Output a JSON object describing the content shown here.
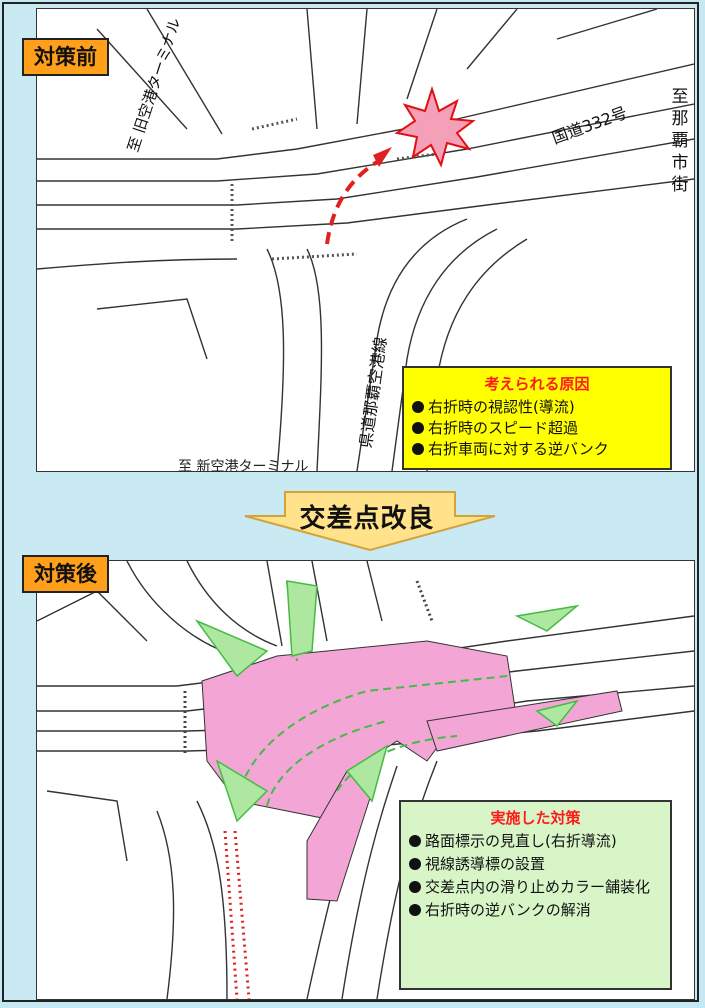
{
  "before": {
    "badge": "対策前",
    "to_naha_city": "至那覇市街",
    "to_old_terminal": "至 旧空港ターミナル",
    "route_332": "国道332号",
    "prefectural_road": "県道那覇空港線",
    "to_new_terminal": "至 新空港ターミナル",
    "causes_title": "考えられる原因",
    "causes": [
      "右折時の視認性(導流)",
      "右折時のスピード超過",
      "右折車両に対する逆バンク"
    ]
  },
  "transition": {
    "label": "交差点改良"
  },
  "after": {
    "badge": "対策後",
    "measures_title": "実施した対策",
    "measures": [
      "路面標示の見直し(右折導流)",
      "視線誘導標の設置",
      "交差点内の滑り止めカラー舗装化",
      "右折時の逆バンクの解消"
    ]
  },
  "colors": {
    "badge": "#ff9f1a",
    "background": "#c9e9f3",
    "causes_box": "#ffff00",
    "causes_title": "#ff1a1a",
    "measures_box": "#d8f5c8",
    "pink_paving": "#f3a6d6",
    "guidance_green": "#44bb44",
    "arrow": "#ffe28a"
  }
}
